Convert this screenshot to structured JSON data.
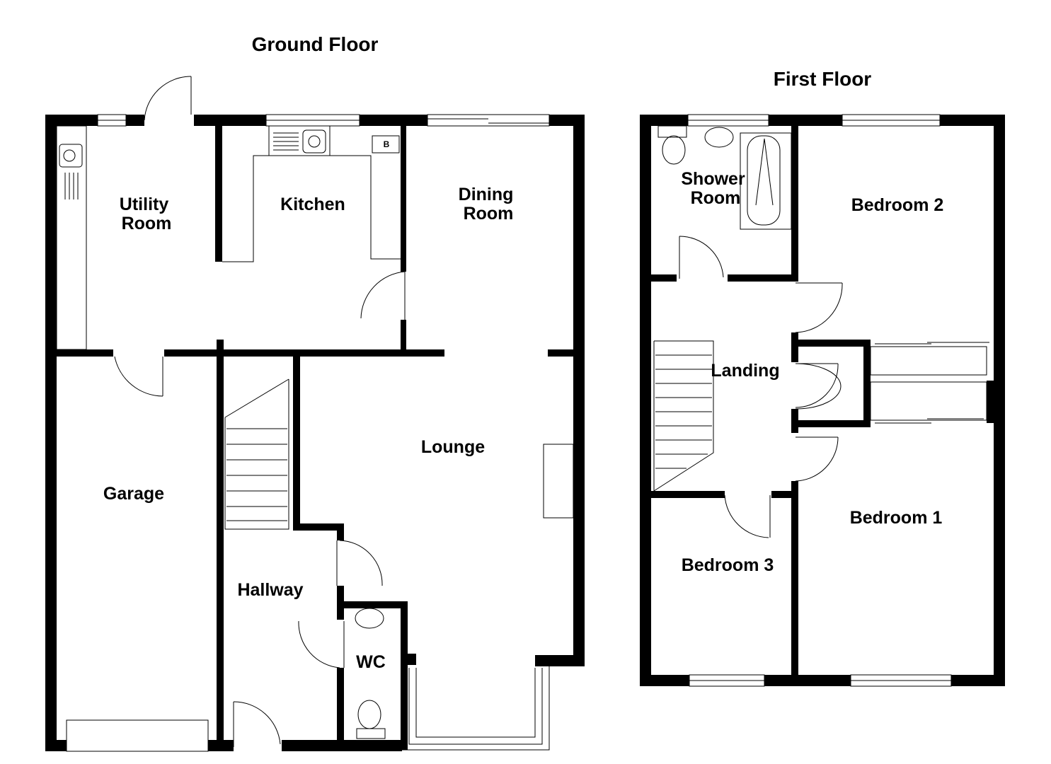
{
  "ground_floor": {
    "title": "Ground Floor",
    "rooms": {
      "utility_room": [
        "Utility",
        "Room"
      ],
      "kitchen": "Kitchen",
      "dining_room": [
        "Dining",
        "Room"
      ],
      "garage": "Garage",
      "lounge": "Lounge",
      "hallway": "Hallway",
      "wc": "WC"
    },
    "boiler_label": "B"
  },
  "first_floor": {
    "title": "First Floor",
    "rooms": {
      "shower_room": [
        "Shower",
        "Room"
      ],
      "bedroom_2": "Bedroom 2",
      "landing": "Landing",
      "bedroom_1": "Bedroom 1",
      "bedroom_3": "Bedroom 3"
    }
  }
}
